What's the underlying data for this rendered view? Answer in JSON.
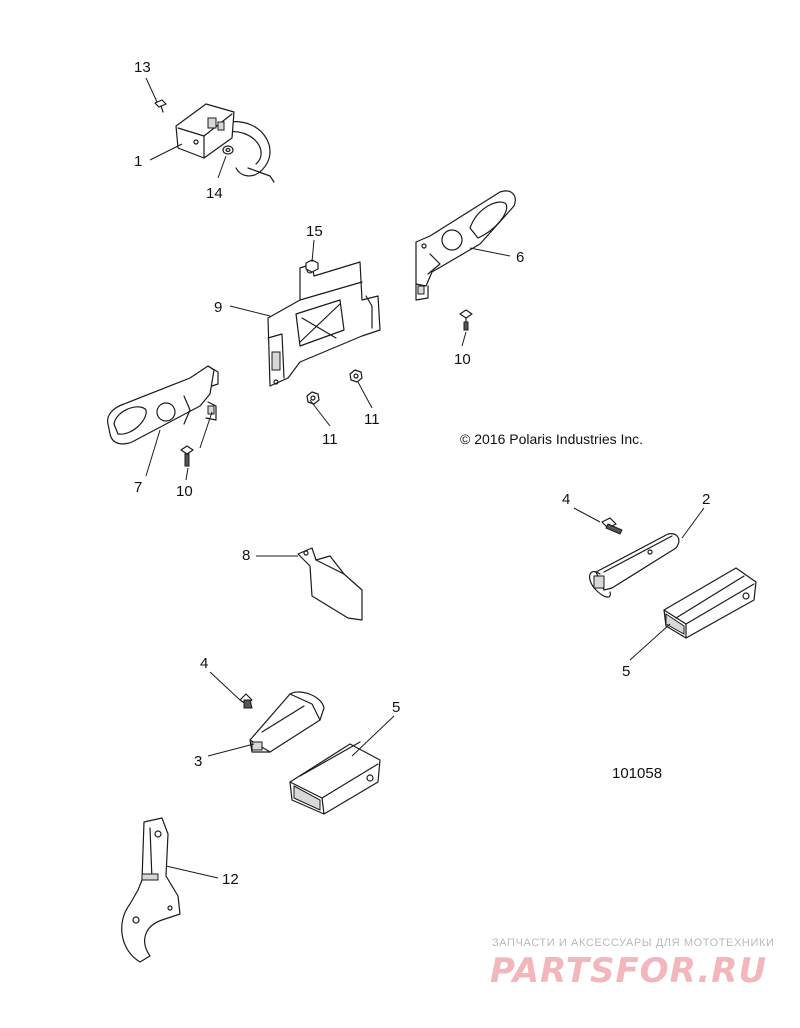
{
  "diagram": {
    "copyright": "© 2016 Polaris Industries Inc.",
    "part_number": "101058",
    "watermark_tagline": "ЗАПЧАСТИ И АКСЕССУАРЫ ДЛЯ МОТОТЕХНИКИ",
    "watermark_brand": "PARTSFOR.RU",
    "callouts": [
      "13",
      "1",
      "14",
      "15",
      "9",
      "6",
      "10",
      "11",
      "11",
      "7",
      "10",
      "4",
      "2",
      "8",
      "5",
      "4",
      "5",
      "3",
      "12"
    ]
  }
}
